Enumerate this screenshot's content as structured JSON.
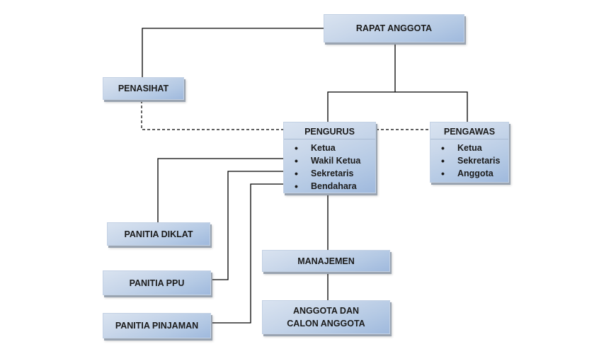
{
  "diagram": {
    "type": "organizational-chart",
    "nodes": {
      "rapat_anggota": {
        "label": "RAPAT ANGGOTA"
      },
      "penasihat": {
        "label": "PENASIHAT"
      },
      "pengurus": {
        "label": "PENGURUS",
        "members": [
          "Ketua",
          "Wakil Ketua",
          "Sekretaris",
          "Bendahara"
        ]
      },
      "pengawas": {
        "label": "PENGAWAS",
        "members": [
          "Ketua",
          "Sekretaris",
          "Anggota"
        ]
      },
      "panitia_diklat": {
        "label": "PANITIA DIKLAT"
      },
      "panitia_ppu": {
        "label": "PANITIA PPU"
      },
      "panitia_pinjaman": {
        "label": "PANITIA PINJAMAN"
      },
      "manajemen": {
        "label": "MANAJEMEN"
      },
      "anggota_calon": {
        "label_line1": "ANGGOTA DAN",
        "label_line2": "CALON ANGGOTA"
      }
    },
    "bullet": "•",
    "edges": [
      {
        "from": "RAPAT ANGGOTA",
        "to": "PENASIHAT",
        "style": "solid"
      },
      {
        "from": "RAPAT ANGGOTA",
        "to": "PENGURUS",
        "style": "solid"
      },
      {
        "from": "RAPAT ANGGOTA",
        "to": "PENGAWAS",
        "style": "solid"
      },
      {
        "from": "PENASIHAT",
        "to": "PENGURUS",
        "style": "dashed"
      },
      {
        "from": "PENGURUS",
        "to": "PENGAWAS",
        "style": "dashed"
      },
      {
        "from": "PENGURUS",
        "to": "PANITIA DIKLAT",
        "style": "solid"
      },
      {
        "from": "PENGURUS",
        "to": "PANITIA PPU",
        "style": "solid"
      },
      {
        "from": "PENGURUS",
        "to": "PANITIA PINJAMAN",
        "style": "solid"
      },
      {
        "from": "PENGURUS",
        "to": "MANAJEMEN",
        "style": "solid"
      },
      {
        "from": "MANAJEMEN",
        "to": "ANGGOTA DAN CALON ANGGOTA",
        "style": "solid"
      }
    ],
    "colors": {
      "box_light": "#d9e3f0",
      "box_dark": "#9fb9dd",
      "line": "#000000",
      "shadow": "#9aa4b1"
    }
  }
}
